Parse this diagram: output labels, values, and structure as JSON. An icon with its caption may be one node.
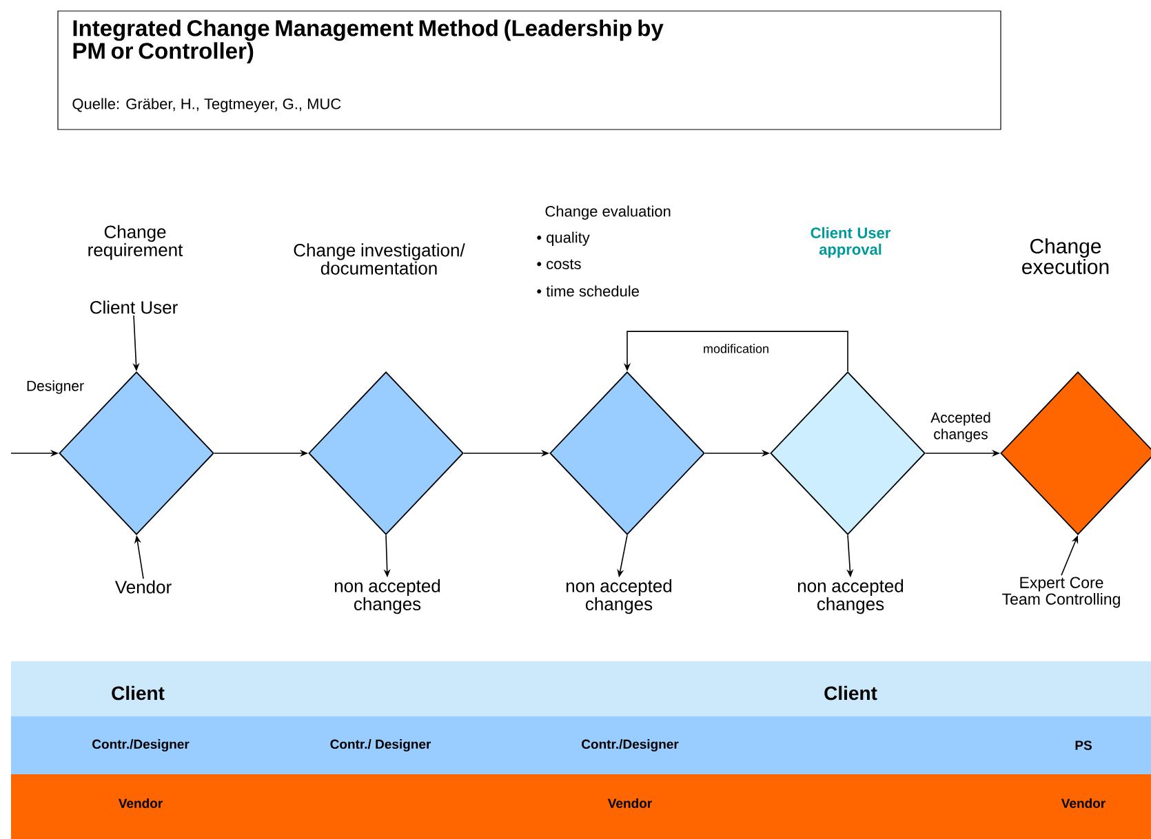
{
  "diagram": {
    "title": "Integrated Change Management Method (Leadership by  PM or Controller)",
    "caption": "Quelle: Gräber, H., Tegtmeyer, G., MUC",
    "nodes": [
      {
        "text": [],
        "shape": "diamond"
      },
      {
        "text": [
          "Client User"
        ]
      },
      {
        "text": [
          "Vendor"
        ]
      },
      {
        "text": [],
        "shape": "diamond"
      },
      {
        "text": [
          "non accepted changes"
        ]
      },
      {
        "text": [],
        "shape": "diamond"
      },
      {
        "text": [
          "non accepted changes"
        ]
      },
      {
        "text": [],
        "shape": "diamond"
      },
      {
        "text": [
          "non accepted changes"
        ]
      },
      {
        "text": [],
        "shape": "diamond"
      },
      {
        "text": [
          "Expert Core Team Controlling"
        ]
      },
      {
        "text": [
          "Client",
          "Client"
        ]
      },
      {
        "text": [
          "Contr./Designer",
          "Contr./ Designer",
          "Contr./Designer",
          "PS"
        ]
      },
      {
        "text": [
          "Vendor",
          "Vendor",
          "Vendor"
        ]
      }
    ],
    "edges": [
      {
        "from": null,
        "to": 0,
        "arrow": "to",
        "label": "Designer"
      },
      {
        "from": 1,
        "to": 0,
        "arrow": "to"
      },
      {
        "from": 2,
        "to": 0,
        "arrow": "to"
      },
      {
        "from": 0,
        "to": 3,
        "arrow": "to"
      },
      {
        "from": 3,
        "to": 4,
        "arrow": "to"
      },
      {
        "from": 3,
        "to": 5,
        "arrow": "to"
      },
      {
        "from": 5,
        "to": 6,
        "arrow": "to"
      },
      {
        "from": 5,
        "to": 7,
        "arrow": "to"
      },
      {
        "from": 7,
        "to": 8,
        "arrow": "to"
      },
      {
        "from": 7,
        "to": 5,
        "arrow": "to",
        "label": "modification"
      },
      {
        "from": 7,
        "to": 9,
        "arrow": "to",
        "label": "Accepted changes"
      },
      {
        "from": 10,
        "to": 9,
        "arrow": "to"
      }
    ],
    "labels": [
      "Change requirement",
      "Change investigation/ documentation",
      "Change evaluation",
      "• quality",
      "• costs",
      "• time schedule",
      "Client User approval",
      "Change execution"
    ]
  }
}
